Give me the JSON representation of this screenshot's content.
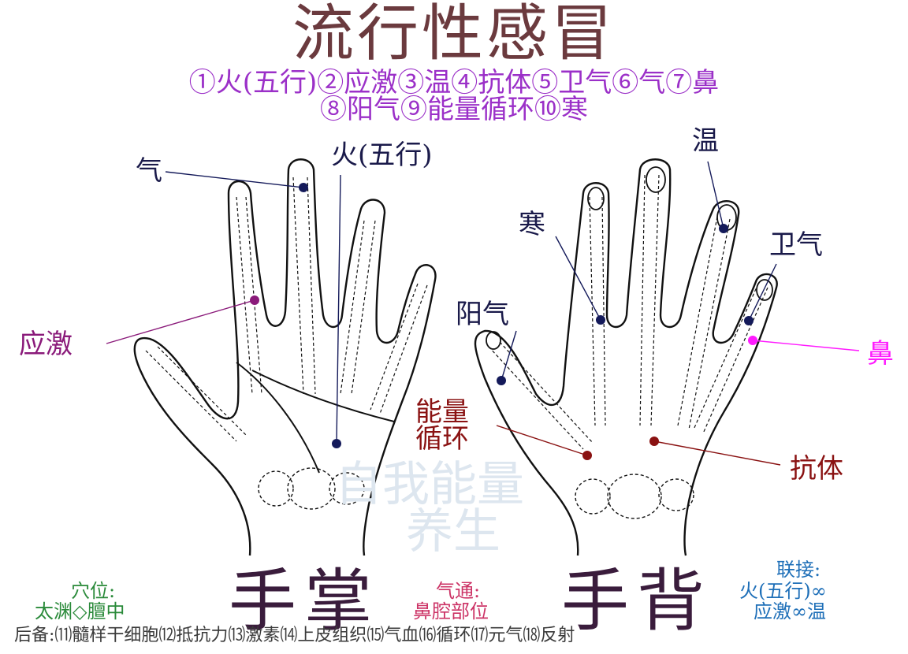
{
  "title": "流行性感冒",
  "legend": {
    "line1": "①火(五行)②应激③温④抗体⑤卫气⑥气⑦鼻",
    "line2": "⑧阳气⑨能量循环⑩寒"
  },
  "watermark": {
    "line1": "自我能量",
    "line2": "养生"
  },
  "palm": {
    "caption": "手掌",
    "points": {
      "qi": "气",
      "fire": "火(五行)",
      "stress": "应激"
    }
  },
  "back": {
    "caption": "手背",
    "points": {
      "warm": "温",
      "cold": "寒",
      "defensive_qi": "卫气",
      "yang_qi": "阳气",
      "nose": "鼻",
      "energy_cycle_1": "能量",
      "energy_cycle_2": "循环",
      "antibody": "抗体"
    }
  },
  "acupoints": {
    "title": "穴位:",
    "value": "太渊◇膻中"
  },
  "qi_channel": {
    "title": "气通:",
    "value": "鼻腔部位"
  },
  "link": {
    "title": "联接:",
    "value1": "火(五行)∞",
    "value2": "应激∞温"
  },
  "footer": "后备:⑾髓样干细胞⑿抵抗力⒀激素⒁上皮组织⒂气血⒃循环⒄元气⒅反射",
  "colors": {
    "title": "#6b3a3e",
    "legend": "#9b30c8",
    "point_navy": "#141a5a",
    "point_purple": "#8a1a7a",
    "point_magenta": "#ff1aff",
    "point_darkred": "#8a1212",
    "green": "#2a8a3a",
    "pink": "#cc3366",
    "blue": "#1e6fb8"
  }
}
